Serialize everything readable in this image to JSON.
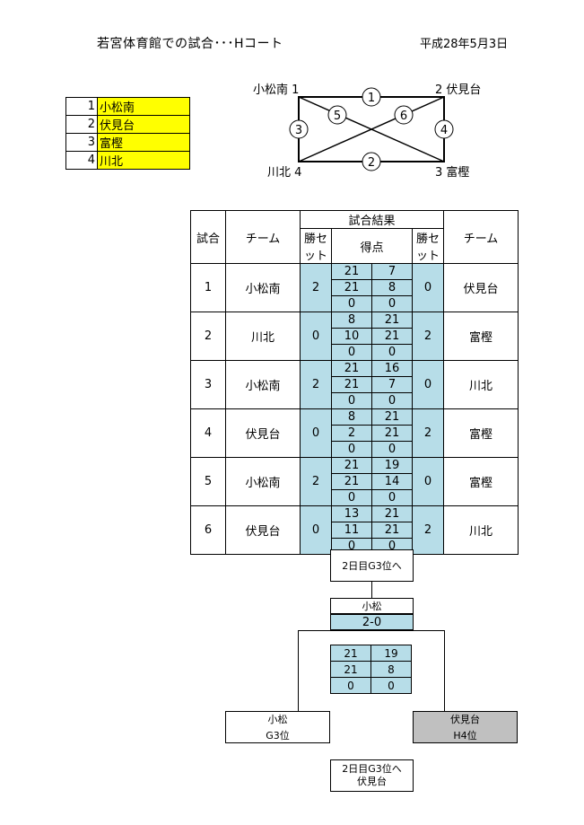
{
  "header": {
    "title": "若宮体育館での試合･･･Hコート",
    "date": "平成28年5月3日"
  },
  "teams": [
    {
      "num": "1",
      "name": "小松南"
    },
    {
      "num": "2",
      "name": "伏見台"
    },
    {
      "num": "3",
      "name": "富樫"
    },
    {
      "num": "4",
      "name": "川北"
    }
  ],
  "court": {
    "tl": "小松南 1",
    "tr": "2 伏見台",
    "bl": "川北 4",
    "br": "3 富樫",
    "m1": "1",
    "m2": "2",
    "m3": "3",
    "m4": "4",
    "m5": "5",
    "m6": "6"
  },
  "results": {
    "h_match": "試合",
    "h_team": "チーム",
    "h_result": "試合結果",
    "h_sets": "勝セット",
    "h_points": "得点",
    "rows": [
      {
        "match": "1",
        "team1": "小松南",
        "sets1": "2",
        "p1": [
          "21",
          "21",
          "0"
        ],
        "p2": [
          "7",
          "8",
          "0"
        ],
        "sets2": "0",
        "team2": "伏見台"
      },
      {
        "match": "2",
        "team1": "川北",
        "sets1": "0",
        "p1": [
          "8",
          "10",
          "0"
        ],
        "p2": [
          "21",
          "21",
          "0"
        ],
        "sets2": "2",
        "team2": "富樫"
      },
      {
        "match": "3",
        "team1": "小松南",
        "sets1": "2",
        "p1": [
          "21",
          "21",
          "0"
        ],
        "p2": [
          "16",
          "7",
          "0"
        ],
        "sets2": "0",
        "team2": "川北"
      },
      {
        "match": "4",
        "team1": "伏見台",
        "sets1": "0",
        "p1": [
          "8",
          "2",
          "0"
        ],
        "p2": [
          "21",
          "21",
          "0"
        ],
        "sets2": "2",
        "team2": "富樫"
      },
      {
        "match": "5",
        "team1": "小松南",
        "sets1": "2",
        "p1": [
          "21",
          "21",
          "0"
        ],
        "p2": [
          "19",
          "14",
          "0"
        ],
        "sets2": "0",
        "team2": "富樫"
      },
      {
        "match": "6",
        "team1": "伏見台",
        "sets1": "0",
        "p1": [
          "13",
          "11",
          "0"
        ],
        "p2": [
          "21",
          "21",
          "0"
        ],
        "sets2": "2",
        "team2": "川北"
      }
    ]
  },
  "bracket": {
    "top_label": "2日目G3位へ",
    "winner": "小松",
    "score": "2-0",
    "sets": [
      [
        "21",
        "19"
      ],
      [
        "21",
        "8"
      ],
      [
        "0",
        "0"
      ]
    ],
    "left_name": "小松",
    "left_rank": "G3位",
    "right_name": "伏見台",
    "right_rank": "H4位",
    "bottom_label1": "2日目G3位へ",
    "bottom_label2": "伏見台",
    "colors": {
      "cell_blue": "#b7dde8",
      "loser_gray": "#c0c0c0",
      "team_yellow": "#ffff00"
    }
  }
}
